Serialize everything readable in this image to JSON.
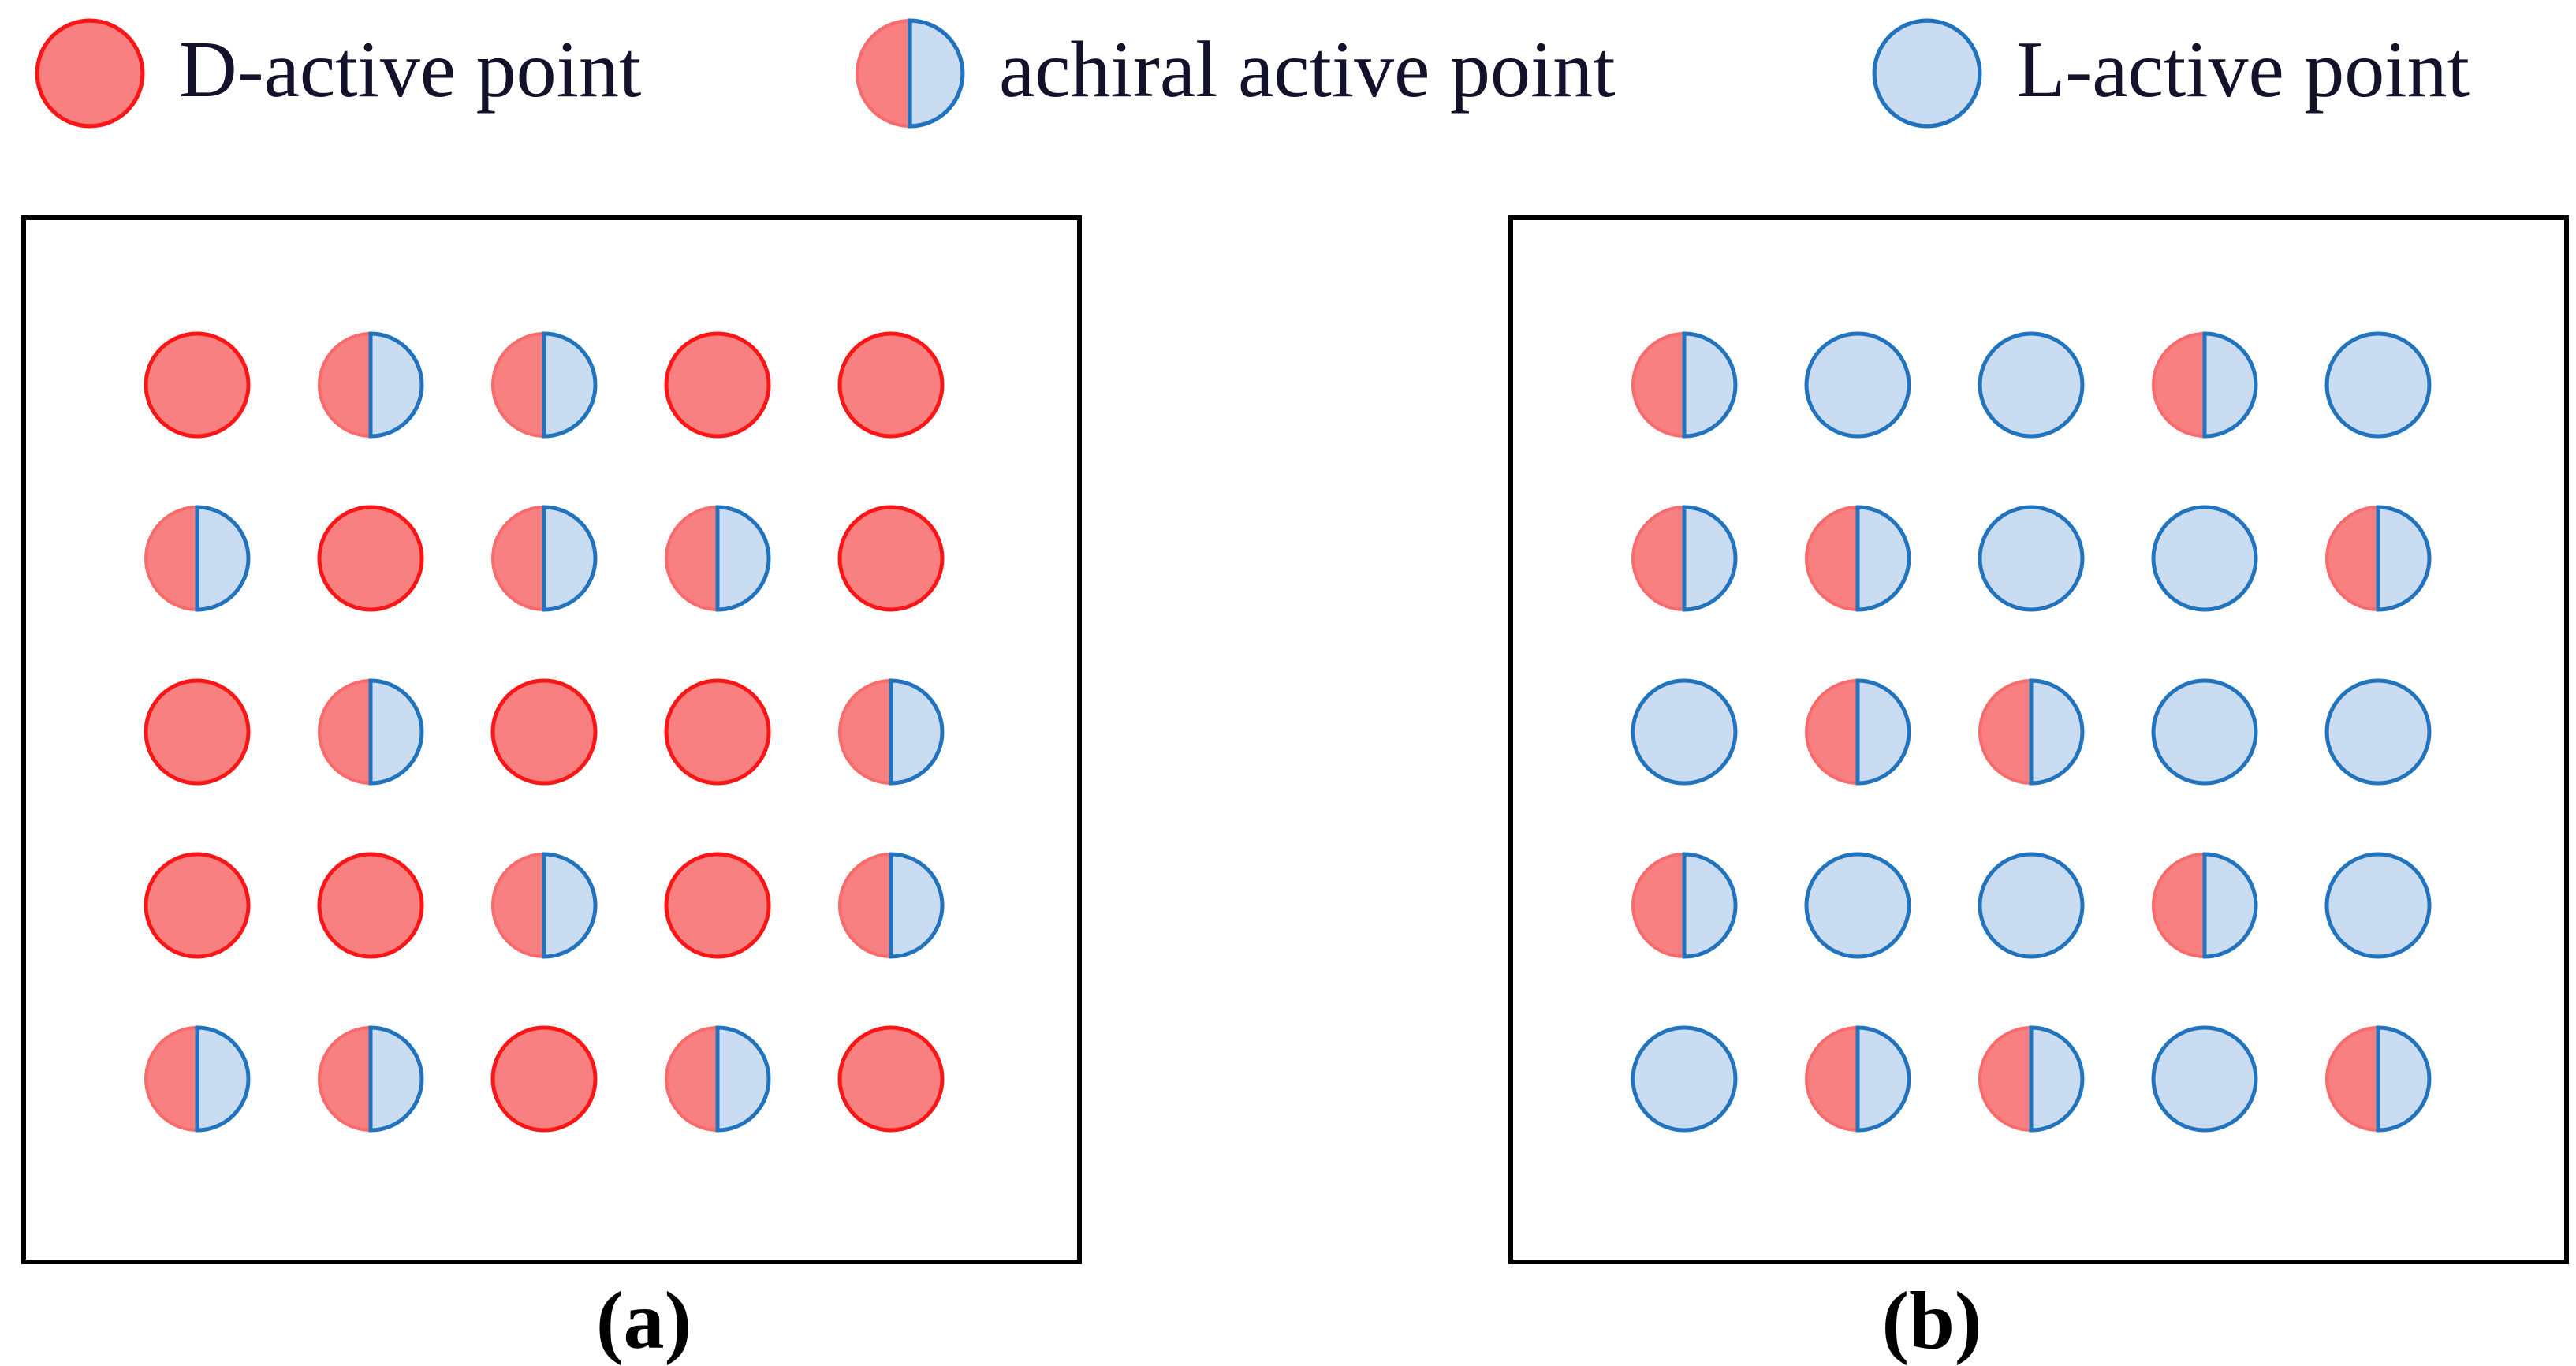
{
  "legend": {
    "items": [
      {
        "type": "D",
        "label": "D-active point"
      },
      {
        "type": "A",
        "label": "achiral active point"
      },
      {
        "type": "L",
        "label": "L-active point"
      }
    ]
  },
  "panels": [
    {
      "caption": "(a)",
      "grid": [
        [
          "D",
          "A",
          "A",
          "D",
          "D"
        ],
        [
          "A",
          "D",
          "A",
          "A",
          "D"
        ],
        [
          "D",
          "A",
          "D",
          "D",
          "A"
        ],
        [
          "D",
          "D",
          "A",
          "D",
          "A"
        ],
        [
          "A",
          "A",
          "D",
          "A",
          "D"
        ]
      ]
    },
    {
      "caption": "(b)",
      "grid": [
        [
          "A",
          "L",
          "L",
          "A",
          "L"
        ],
        [
          "A",
          "A",
          "L",
          "L",
          "A"
        ],
        [
          "L",
          "A",
          "A",
          "L",
          "L"
        ],
        [
          "A",
          "L",
          "L",
          "A",
          "L"
        ],
        [
          "L",
          "A",
          "A",
          "L",
          "A"
        ]
      ]
    }
  ],
  "point_types": {
    "D": "d-active-point",
    "A": "achiral-active-point",
    "L": "l-active-point"
  },
  "colors": {
    "red_fill": "#F98080",
    "red_stroke": "#FA1616",
    "half_red_stroke": "#F96A6A",
    "blue_fill": "#C9DCF1",
    "blue_stroke": "#2273BE",
    "panel_border": "#000000",
    "text": "#12122a"
  }
}
